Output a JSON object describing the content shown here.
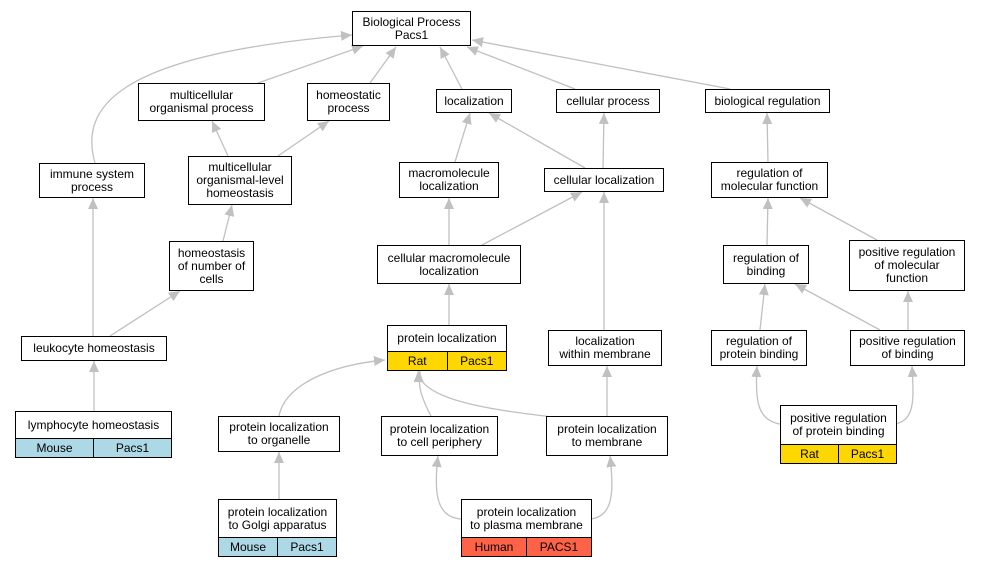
{
  "colors": {
    "edge": "#c0c0c0",
    "rat": "#ffd700",
    "mouse": "#add8e6",
    "human": "#ff6347"
  },
  "nodes": {
    "bp": {
      "label": "Biological Process\nPacs1"
    },
    "mop": {
      "label": "multicellular\norganismal process"
    },
    "hp": {
      "label": "homeostatic\nprocess"
    },
    "loc": {
      "label": "localization"
    },
    "cp": {
      "label": "cellular process"
    },
    "br": {
      "label": "biological regulation"
    },
    "isp": {
      "label": "immune system\nprocess"
    },
    "mloh": {
      "label": "multicellular\norganismal-level\nhomeostasis"
    },
    "mml": {
      "label": "macromolecule\nlocalization"
    },
    "cl": {
      "label": "cellular localization"
    },
    "rmf": {
      "label": "regulation of\nmolecular function"
    },
    "hnc": {
      "label": "homeostasis\nof number of\ncells"
    },
    "cmml": {
      "label": "cellular macromolecule\nlocalization"
    },
    "rb": {
      "label": "regulation of\nbinding"
    },
    "prmf": {
      "label": "positive regulation\nof molecular\nfunction"
    },
    "lh": {
      "label": "leukocyte homeostasis"
    },
    "pl": {
      "label": "protein localization",
      "cells": [
        "Rat",
        "Pacs1"
      ],
      "species": "rat"
    },
    "lwm": {
      "label": "localization\nwithin membrane"
    },
    "rpb": {
      "label": "regulation of\nprotein binding"
    },
    "prb": {
      "label": "positive regulation\nof binding"
    },
    "lyh": {
      "label": "lymphocyte homeostasis",
      "cells": [
        "Mouse",
        "Pacs1"
      ],
      "species": "mouse"
    },
    "plo": {
      "label": "protein localization\nto organelle"
    },
    "plcp": {
      "label": "protein localization\nto cell periphery"
    },
    "plm": {
      "label": "protein localization\nto membrane"
    },
    "prpb": {
      "label": "positive regulation\nof protein binding",
      "cells": [
        "Rat",
        "Pacs1"
      ],
      "species": "rat"
    },
    "plga": {
      "label": "protein localization\nto Golgi apparatus",
      "cells": [
        "Mouse",
        "Pacs1"
      ],
      "species": "mouse"
    },
    "plpm": {
      "label": "protein localization\nto plasma membrane",
      "cells": [
        "Human",
        "PACS1"
      ],
      "species": "human"
    }
  }
}
